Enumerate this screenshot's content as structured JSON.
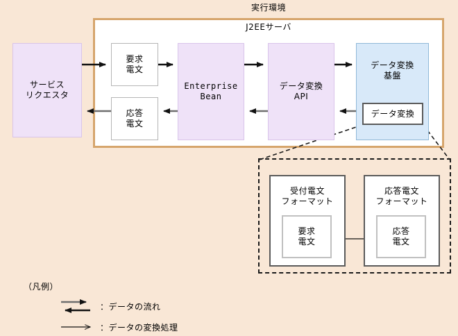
{
  "diagram": {
    "title": "実行環境",
    "subtitle": "J2EEサーバ",
    "background_color": "#f9e7d6",
    "frame_border_color": "#d6a56c"
  },
  "boxes": {
    "requester": {
      "label": "サービス\nリクエスタ",
      "fill": "#efe2f8"
    },
    "request_message": {
      "label": "要求\n電文",
      "fill": "#ffffff"
    },
    "response_message": {
      "label": "応答\n電文",
      "fill": "#ffffff"
    },
    "enterprise_bean": {
      "label": "Enterprise\nBean",
      "fill": "#efe2f8"
    },
    "conversion_api": {
      "label": "データ変換\nAPI",
      "fill": "#efe2f8"
    },
    "conversion_platform": {
      "label": "データ変換\n基盤",
      "fill": "#d8e9f9"
    },
    "conversion": {
      "label": "データ変換",
      "fill": "#ffffff"
    }
  },
  "detail": {
    "receive_format": {
      "title": "受付電文\nフォーマット",
      "inner": "要求\n電文"
    },
    "response_format": {
      "title": "応答電文\nフォーマット",
      "inner": "応答\n電文"
    }
  },
  "legend": {
    "title": "（凡例）",
    "items": [
      {
        "symbol": "double-arrow",
        "separator": "：",
        "label": "データの流れ"
      },
      {
        "symbol": "thin-arrow",
        "separator": "：",
        "label": "データの変換処理"
      }
    ]
  },
  "colors": {
    "purple_fill": "#efe2f8",
    "purple_border": "#d9c4ea",
    "blue_fill": "#d8e9f9",
    "blue_border": "#8fb8d8",
    "arrow_flow": "#6e6e6e",
    "arrow_head": "#111111",
    "dashed": "#1a1a1a"
  }
}
